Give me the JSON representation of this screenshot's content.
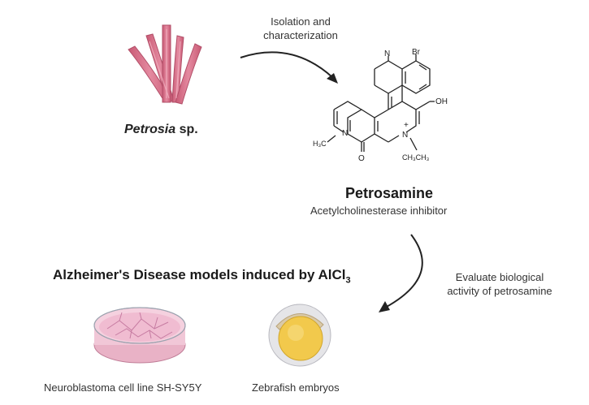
{
  "arrows": {
    "top_label_line1": "Isolation and",
    "top_label_line2": "characterization",
    "right_label_line1": "Evaluate biological",
    "right_label_line2": "activity of petrosamine"
  },
  "sponge": {
    "genus": "Petrosia",
    "suffix": " sp."
  },
  "compound": {
    "name": "Petrosamine",
    "activity": "Acetylcholinesterase inhibitor",
    "atoms": {
      "br": "Br",
      "n_ring": "N",
      "oh": "OH",
      "h3c": "H₃C",
      "n_left": "N",
      "n_plus": "N",
      "plus": "+",
      "o": "O",
      "ch3ch3": "CH₃CH₃"
    }
  },
  "models": {
    "heading_main": "Alzheimer's Disease models induced by AlCl",
    "heading_sub": "3",
    "cell_label": "Neuroblastoma cell line SH-SY5Y",
    "fish_label": "Zebrafish embryos"
  },
  "colors": {
    "sponge": "#d9778f",
    "dish_fill": "#f3c3d6",
    "yolk": "#f2c94c",
    "arrow": "#222222"
  }
}
